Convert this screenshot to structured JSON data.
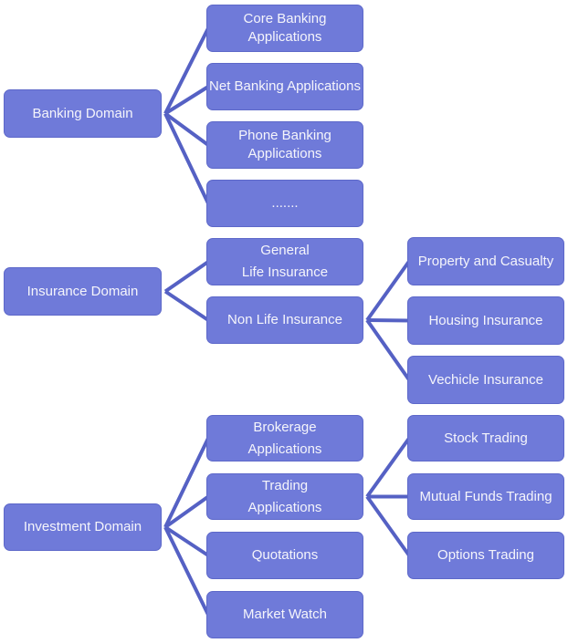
{
  "diagram": {
    "colors": {
      "box_fill": "#6f7ad9",
      "box_border": "#5d68c9",
      "line": "#5561c4",
      "text": "#f5f5fb",
      "background": "#ffffff"
    },
    "nodes": {
      "banking_domain": {
        "label": "Banking Domain"
      },
      "core_banking": {
        "label": "Core Banking\nApplications"
      },
      "net_banking": {
        "label": "Net Banking Applications"
      },
      "phone_banking": {
        "label": "Phone Banking\nApplications"
      },
      "banking_more": {
        "label": "......."
      },
      "insurance_domain": {
        "label": "Insurance Domain"
      },
      "general_life": {
        "label": "General\nLife Insurance"
      },
      "non_life": {
        "label": "Non Life Insurance"
      },
      "property_casualty": {
        "label": "Property and Casualty"
      },
      "housing": {
        "label": "Housing Insurance"
      },
      "vechicle": {
        "label": "Vechicle Insurance"
      },
      "investment_domain": {
        "label": "Investment Domain"
      },
      "brokerage": {
        "label": "Brokerage\nApplications"
      },
      "trading": {
        "label": "Trading\nApplications"
      },
      "quotations": {
        "label": "Quotations"
      },
      "market_watch": {
        "label": "Market Watch"
      },
      "stock_trading": {
        "label": "Stock Trading"
      },
      "mutual_funds": {
        "label": "Mutual Funds Trading"
      },
      "options_trading": {
        "label": "Options Trading"
      }
    },
    "edges": [
      {
        "from": "banking_domain",
        "to": "core_banking"
      },
      {
        "from": "banking_domain",
        "to": "net_banking"
      },
      {
        "from": "banking_domain",
        "to": "phone_banking"
      },
      {
        "from": "banking_domain",
        "to": "banking_more"
      },
      {
        "from": "insurance_domain",
        "to": "general_life"
      },
      {
        "from": "insurance_domain",
        "to": "non_life"
      },
      {
        "from": "non_life",
        "to": "property_casualty"
      },
      {
        "from": "non_life",
        "to": "housing"
      },
      {
        "from": "non_life",
        "to": "vechicle"
      },
      {
        "from": "investment_domain",
        "to": "brokerage"
      },
      {
        "from": "investment_domain",
        "to": "trading"
      },
      {
        "from": "investment_domain",
        "to": "quotations"
      },
      {
        "from": "investment_domain",
        "to": "market_watch"
      },
      {
        "from": "trading",
        "to": "stock_trading"
      },
      {
        "from": "trading",
        "to": "mutual_funds"
      },
      {
        "from": "trading",
        "to": "options_trading"
      }
    ]
  }
}
